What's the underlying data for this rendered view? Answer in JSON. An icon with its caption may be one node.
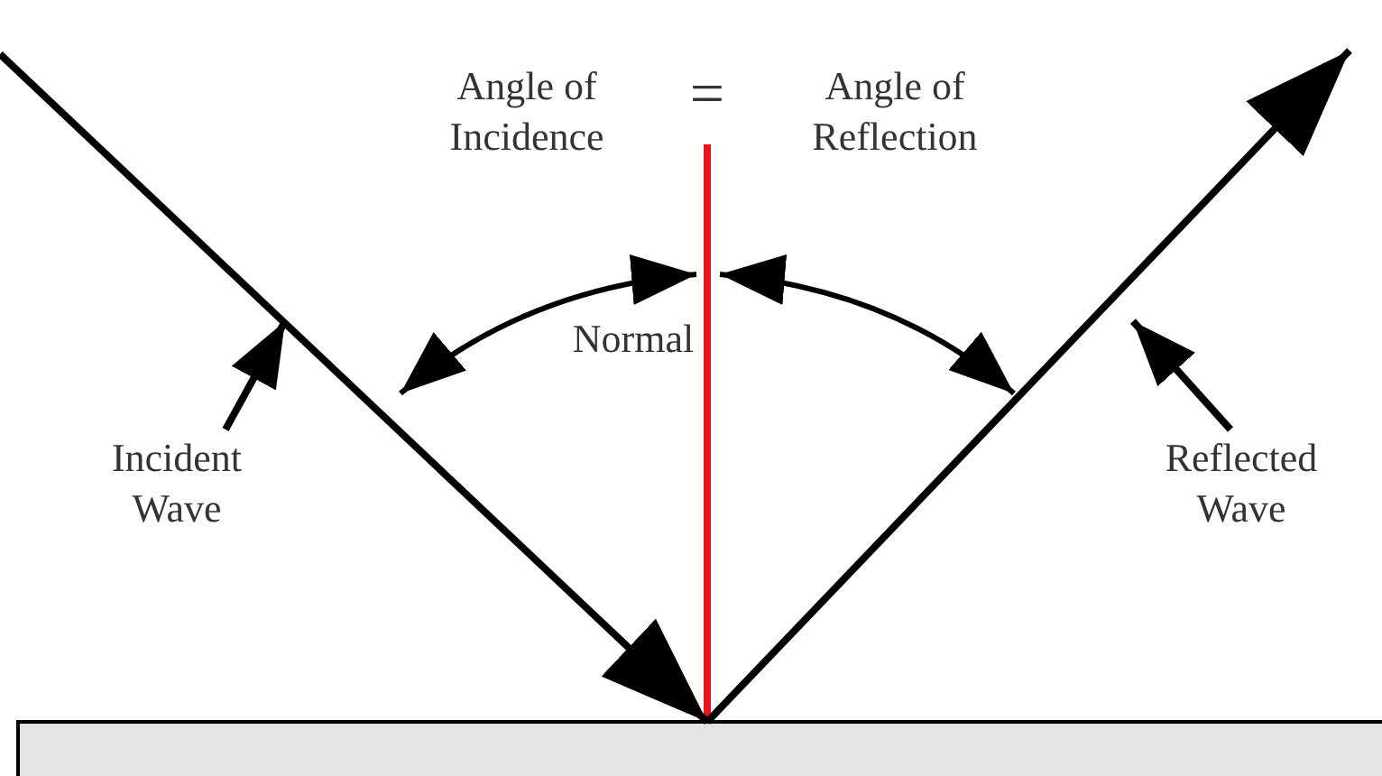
{
  "diagram": {
    "nodes": [
      {
        "text": [
          "Incident Wave"
        ]
      },
      {
        "text": [
          "Reflected Wave"
        ]
      }
    ],
    "edges": [
      {
        "from": 0,
        "to": null,
        "arrow": "to"
      },
      {
        "from": 1,
        "to": null,
        "arrow": "to"
      }
    ],
    "labels": [
      "Angle of Incidence",
      "=",
      "Angle of Reflection",
      "Normal"
    ]
  }
}
